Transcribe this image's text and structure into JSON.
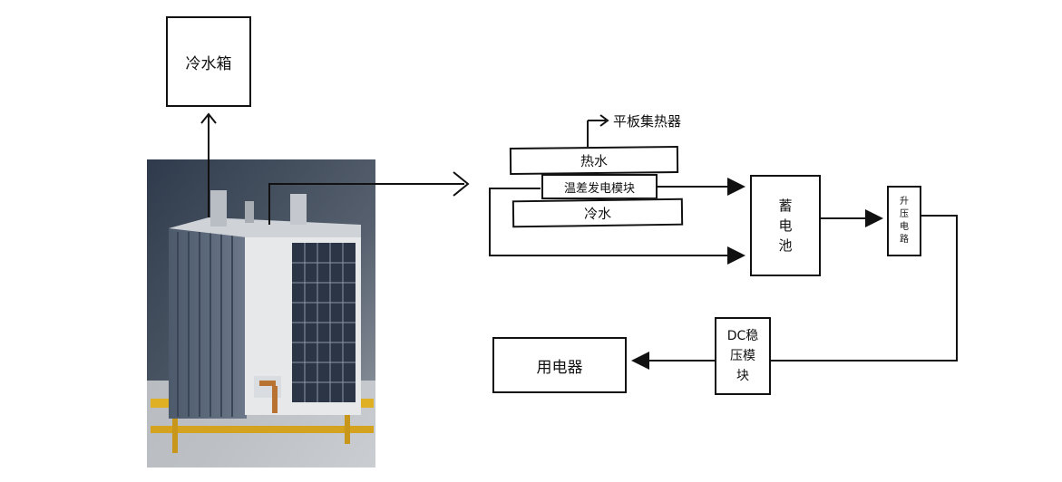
{
  "nodes": {
    "cold_tank": "冷水箱",
    "flat_collector": "平板集热器",
    "hot_water": "热水",
    "teg_module": "温差发电模块",
    "cold_water": "冷水",
    "battery": "蓄\n电\n池",
    "boost": "升\n压\n电\n路",
    "dc_regulator": "DC稳\n压模\n块",
    "appliance": "用电器"
  },
  "photo": {
    "subject": "water-heater-unit"
  }
}
